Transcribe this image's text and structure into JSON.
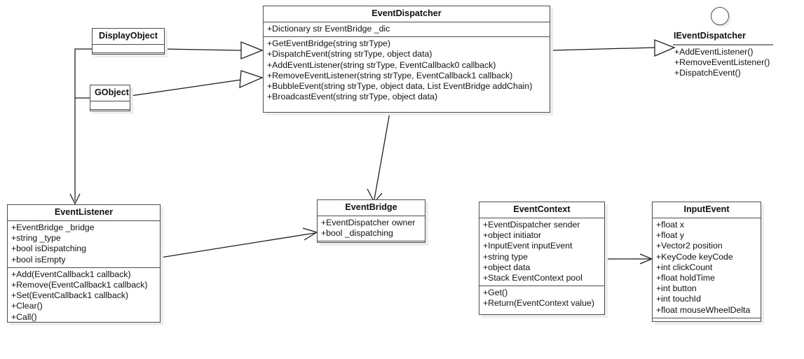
{
  "diagram": {
    "type": "uml-class-diagram",
    "background_color": "#ffffff",
    "line_color": "#1a1a1a",
    "box_border_color": "#4d4d4d",
    "shadow_color": "#ededed"
  },
  "classes": {
    "display_object": {
      "name": "DisplayObject",
      "attributes": [],
      "operations": []
    },
    "gobject": {
      "name": "GObject",
      "attributes": [],
      "operations": []
    },
    "event_dispatcher": {
      "name": "EventDispatcher",
      "attributes": [
        "+Dictionary str EventBridge  _dic"
      ],
      "operations": [
        "+GetEventBridge(string strType)",
        "+DispatchEvent(string strType, object data)",
        "+AddEventListener(string strType, EventCallback0 callback)",
        "+RemoveEventListener(string strType, EventCallback1 callback)",
        "+BubbleEvent(string strType, object data, List EventBridge addChain)",
        "+BroadcastEvent(string strType, object data)"
      ]
    },
    "event_listener": {
      "name": "EventListener",
      "attributes": [
        "+EventBridge _bridge",
        "+string _type",
        "+bool isDispatching",
        "+bool isEmpty"
      ],
      "operations": [
        "+Add(EventCallback1 callback)",
        "+Remove(EventCallback1 callback)",
        "+Set(EventCallback1 callback)",
        "+Clear()",
        "+Call()"
      ]
    },
    "event_bridge": {
      "name": "EventBridge",
      "attributes": [
        "+EventDispatcher owner",
        "+bool _dispatching"
      ],
      "operations": []
    },
    "event_context": {
      "name": "EventContext",
      "attributes": [
        "+EventDispatcher sender",
        "+object initiator",
        "+InputEvent inputEvent",
        "+string type",
        "+object data",
        "+Stack EventContext pool"
      ],
      "operations": [
        "+Get()",
        "+Return(EventContext value)"
      ]
    },
    "input_event": {
      "name": "InputEvent",
      "attributes": [
        "+float x",
        "+float y",
        "+Vector2 position",
        "+KeyCode keyCode",
        "+int clickCount",
        "+float holdTime",
        "+int button",
        "+int touchId",
        "+float mouseWheelDelta"
      ],
      "operations": []
    }
  },
  "interfaces": {
    "ievent_dispatcher": {
      "name": "IEventDispatcher",
      "notation": "lollipop-circle",
      "operations": [
        "+AddEventListener()",
        "+RemoveEventListener()",
        "+DispatchEvent()"
      ]
    }
  },
  "relationships": [
    {
      "from": "DisplayObject",
      "to": "EventDispatcher",
      "arrow": "generalization-hollow-triangle"
    },
    {
      "from": "GObject",
      "to": "EventDispatcher",
      "arrow": "generalization-hollow-triangle"
    },
    {
      "from": "EventDispatcher",
      "to": "IEventDispatcher",
      "arrow": "realization-hollow-triangle"
    },
    {
      "from": "DisplayObject",
      "to": "EventListener",
      "arrow": "association-open-arrow"
    },
    {
      "from": "GObject",
      "to": "EventListener",
      "arrow": "association-open-arrow"
    },
    {
      "from": "EventDispatcher",
      "to": "EventBridge",
      "arrow": "association-open-arrow"
    },
    {
      "from": "EventListener",
      "to": "EventBridge",
      "arrow": "association-open-arrow"
    },
    {
      "from": "EventContext",
      "to": "InputEvent",
      "arrow": "association-open-arrow"
    }
  ]
}
